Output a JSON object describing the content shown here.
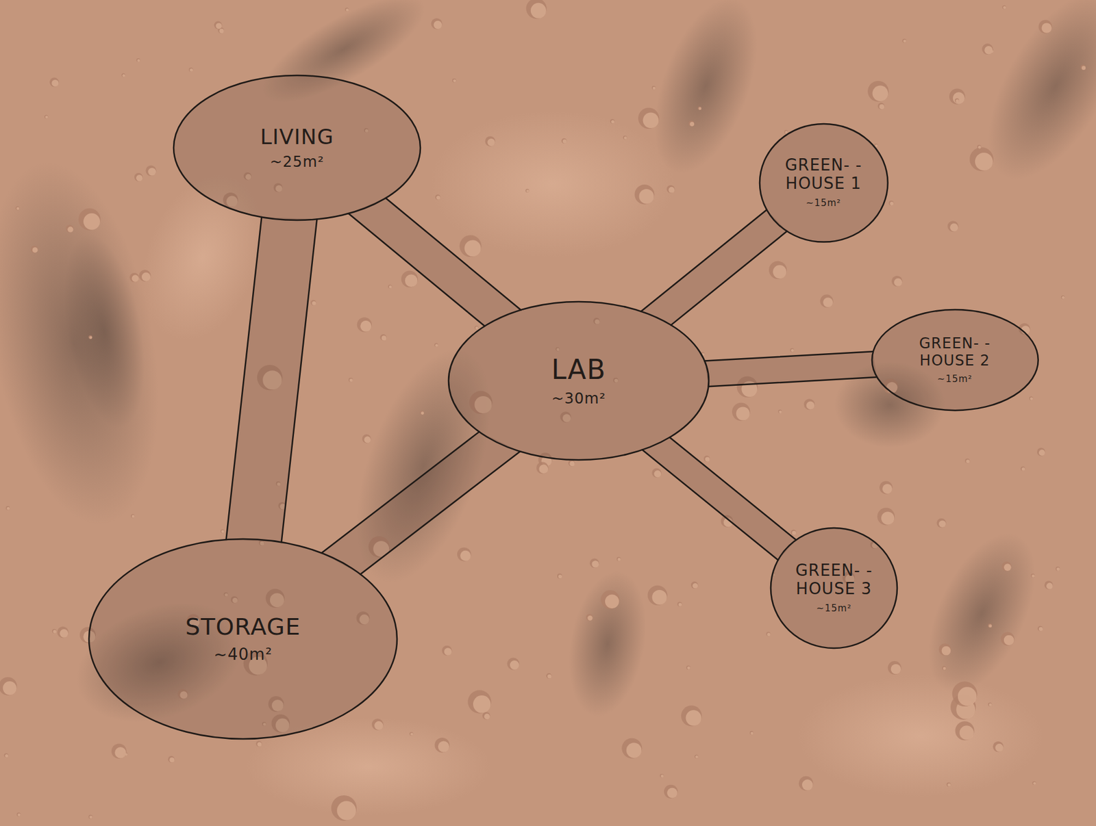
{
  "diagram": {
    "nodes": [
      {
        "text": [
          "LIVING",
          "~25m²"
        ]
      },
      {
        "text": [
          "GREEN- -HOUSE 1",
          "~15m²"
        ]
      },
      {
        "text": [
          "LAB",
          "~30m²"
        ]
      },
      {
        "text": [
          "GREEN- -HOUSE 2",
          "~15m²"
        ]
      },
      {
        "text": [
          "GREEN- -HOUSE 3",
          "~15m²"
        ]
      },
      {
        "text": [
          "STORAGE",
          "~40m²"
        ]
      }
    ],
    "edges": [
      {
        "from": 0,
        "to": 5,
        "arrow": "none"
      },
      {
        "from": 0,
        "to": 2,
        "arrow": "none"
      },
      {
        "from": 2,
        "to": 1,
        "arrow": "none"
      },
      {
        "from": 2,
        "to": 3,
        "arrow": "none"
      },
      {
        "from": 2,
        "to": 4,
        "arrow": "none"
      },
      {
        "from": 2,
        "to": 5,
        "arrow": "none"
      }
    ]
  }
}
